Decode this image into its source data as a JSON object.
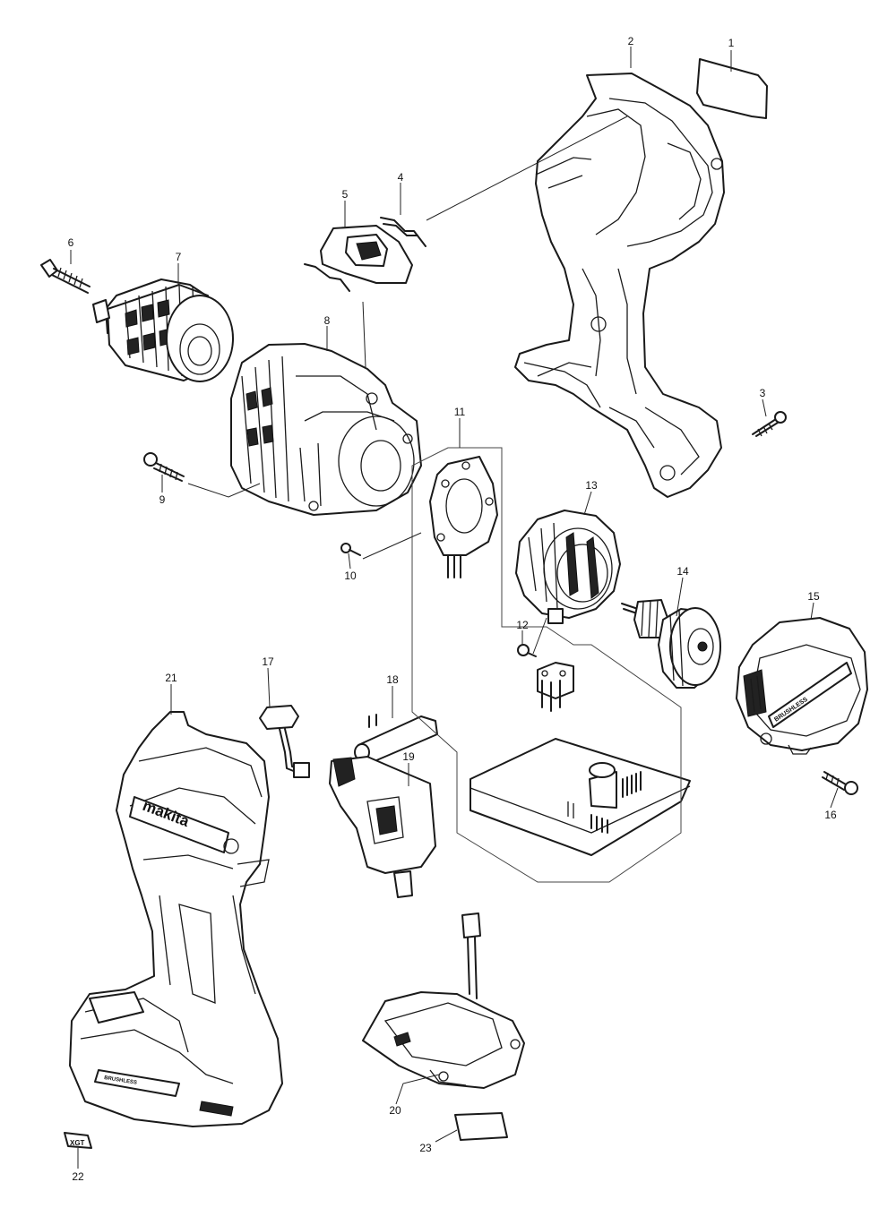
{
  "callouts": [
    {
      "id": "c1",
      "label": "1"
    },
    {
      "id": "c2",
      "label": "2"
    },
    {
      "id": "c3",
      "label": "3"
    },
    {
      "id": "c4",
      "label": "4"
    },
    {
      "id": "c5",
      "label": "5"
    },
    {
      "id": "c6",
      "label": "6"
    },
    {
      "id": "c7",
      "label": "7"
    },
    {
      "id": "c8",
      "label": "8"
    },
    {
      "id": "c9",
      "label": "9"
    },
    {
      "id": "c10",
      "label": "10"
    },
    {
      "id": "c11",
      "label": "11"
    },
    {
      "id": "c12",
      "label": "12"
    },
    {
      "id": "c13",
      "label": "13"
    },
    {
      "id": "c14",
      "label": "14"
    },
    {
      "id": "c15",
      "label": "15"
    },
    {
      "id": "c16",
      "label": "16"
    },
    {
      "id": "c17",
      "label": "17"
    },
    {
      "id": "c18",
      "label": "18"
    },
    {
      "id": "c19",
      "label": "19"
    },
    {
      "id": "c20",
      "label": "20"
    },
    {
      "id": "c21",
      "label": "21"
    },
    {
      "id": "c22",
      "label": "22"
    },
    {
      "id": "c23",
      "label": "23"
    }
  ],
  "markings": {
    "brand": "makita",
    "brushless": "BRUSHLESS",
    "badge": "XGT"
  }
}
